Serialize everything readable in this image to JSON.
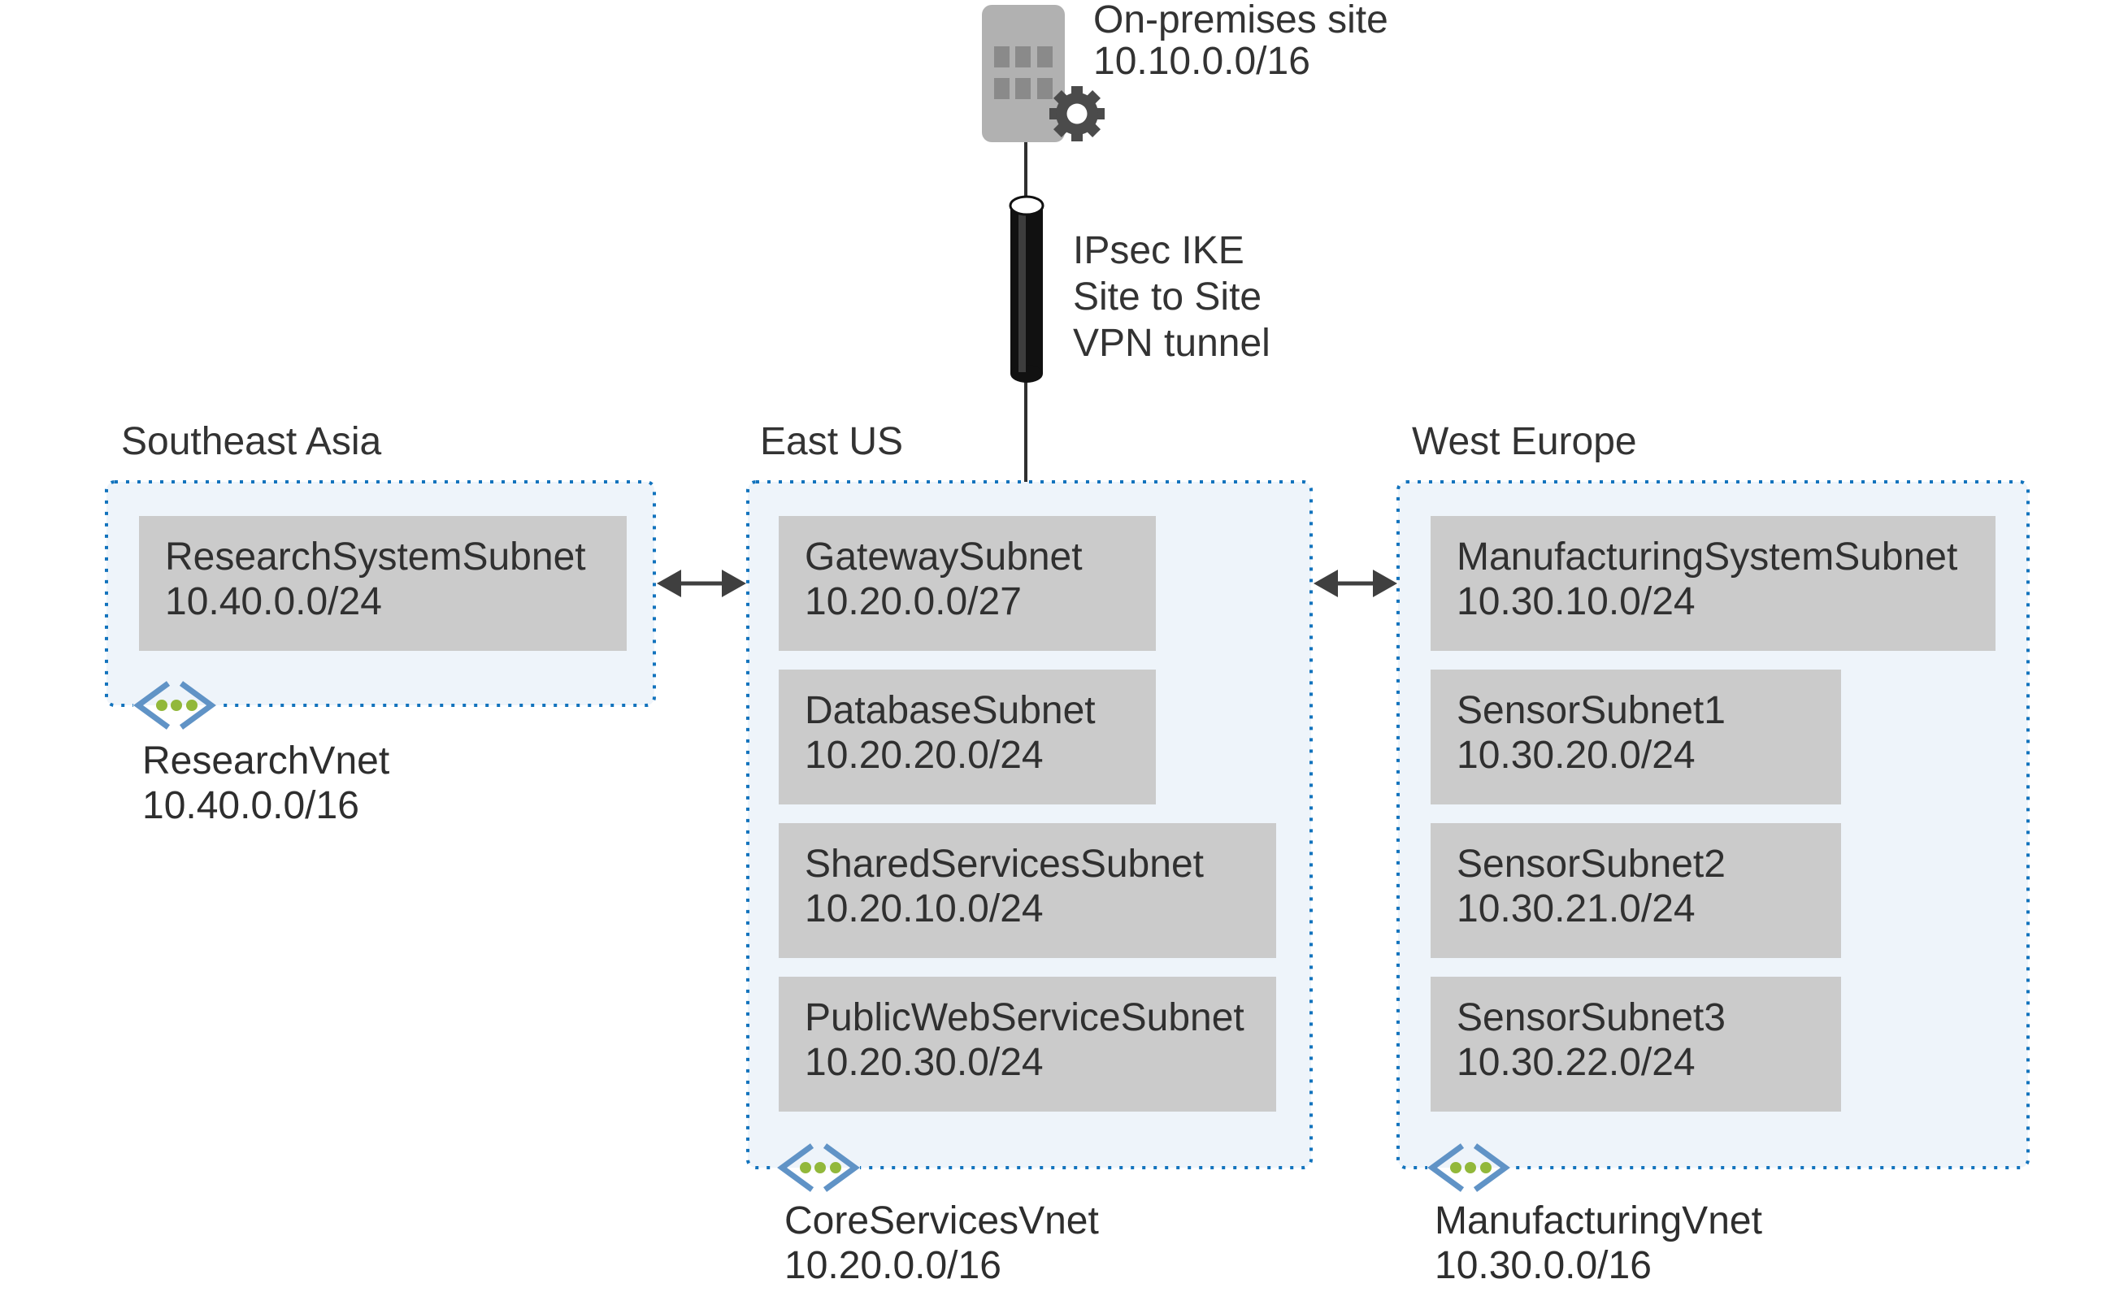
{
  "onprem": {
    "name": "On-premises site",
    "cidr": "10.10.0.0/16"
  },
  "tunnel": {
    "line1": "IPsec IKE",
    "line2": "Site to Site",
    "line3": "VPN tunnel"
  },
  "vnets": [
    {
      "region": "Southeast Asia",
      "name": "ResearchVnet",
      "cidr": "10.40.0.0/16",
      "subnets": [
        {
          "name": "ResearchSystemSubnet",
          "cidr": "10.40.0.0/24"
        }
      ]
    },
    {
      "region": "East US",
      "name": "CoreServicesVnet",
      "cidr": "10.20.0.0/16",
      "subnets": [
        {
          "name": "GatewaySubnet",
          "cidr": "10.20.0.0/27"
        },
        {
          "name": "DatabaseSubnet",
          "cidr": "10.20.20.0/24"
        },
        {
          "name": "SharedServicesSubnet",
          "cidr": "10.20.10.0/24"
        },
        {
          "name": "PublicWebServiceSubnet",
          "cidr": "10.20.30.0/24"
        }
      ]
    },
    {
      "region": "West Europe",
      "name": "ManufacturingVnet",
      "cidr": "10.30.0.0/16",
      "subnets": [
        {
          "name": "ManufacturingSystemSubnet",
          "cidr": "10.30.10.0/24"
        },
        {
          "name": "SensorSubnet1",
          "cidr": "10.30.20.0/24"
        },
        {
          "name": "SensorSubnet2",
          "cidr": "10.30.21.0/24"
        },
        {
          "name": "SensorSubnet3",
          "cidr": "10.30.22.0/24"
        }
      ]
    }
  ],
  "colors": {
    "box_fill": "#eef4fa",
    "box_border": "#1273bd",
    "subnet_fill": "#cbcbcb",
    "icon_blue": "#6093c6",
    "icon_green": "#92b83b",
    "arrow": "#3f3f3f",
    "building": "#b1b1b1",
    "window": "#8a8a8a",
    "gear": "#4b4b4b",
    "text": "#333333"
  }
}
